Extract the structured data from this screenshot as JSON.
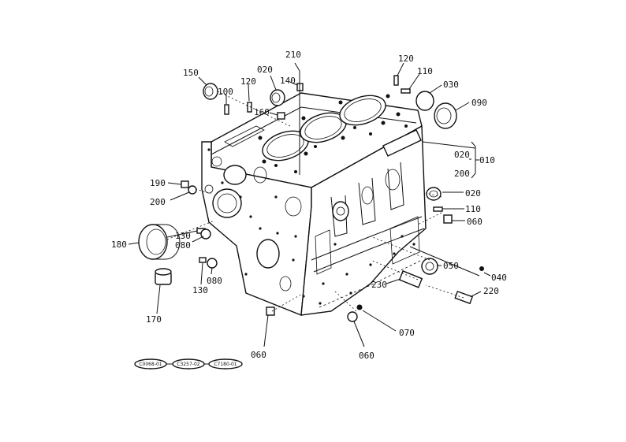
{
  "parts": {
    "p150": "150",
    "p100": "100",
    "p120a": "120",
    "p020a": "020",
    "p210": "210",
    "p140": "140",
    "p160": "160",
    "p120b": "120",
    "p110a": "110",
    "p030": "030",
    "p090": "090",
    "p020b": "020",
    "p010": "010",
    "p200a": "200",
    "p020c": "020",
    "p110b": "110",
    "p060a": "060",
    "p190": "190",
    "p200b": "200",
    "p180": "180",
    "p130a": "130",
    "p080a": "080",
    "p130b": "130",
    "p080b": "080",
    "p170": "170",
    "p050": "050",
    "p040": "040",
    "p230": "230",
    "p220": "220",
    "p070": "070",
    "p060b": "060",
    "p060c": "060"
  },
  "refs": [
    "C0068-01",
    "C3257-02",
    "C7180-01"
  ]
}
